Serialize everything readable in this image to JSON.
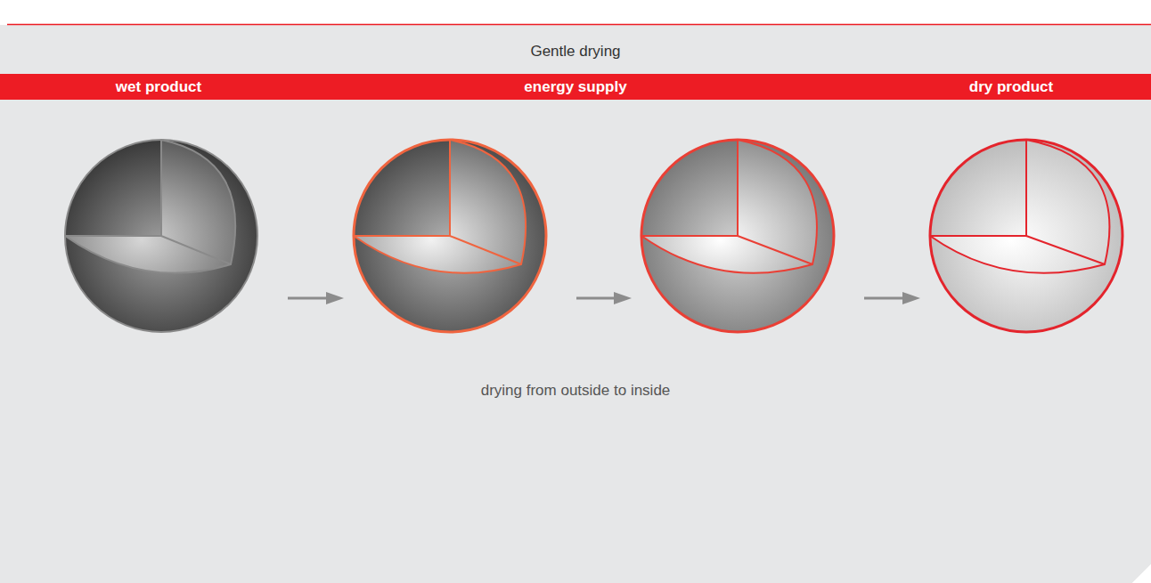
{
  "diagram": {
    "title": "Gentle drying",
    "caption": "drying from outside to inside",
    "nodes": [
      {
        "text": [
          "wet product",
          "energy supply",
          "dry product"
        ]
      }
    ]
  }
}
